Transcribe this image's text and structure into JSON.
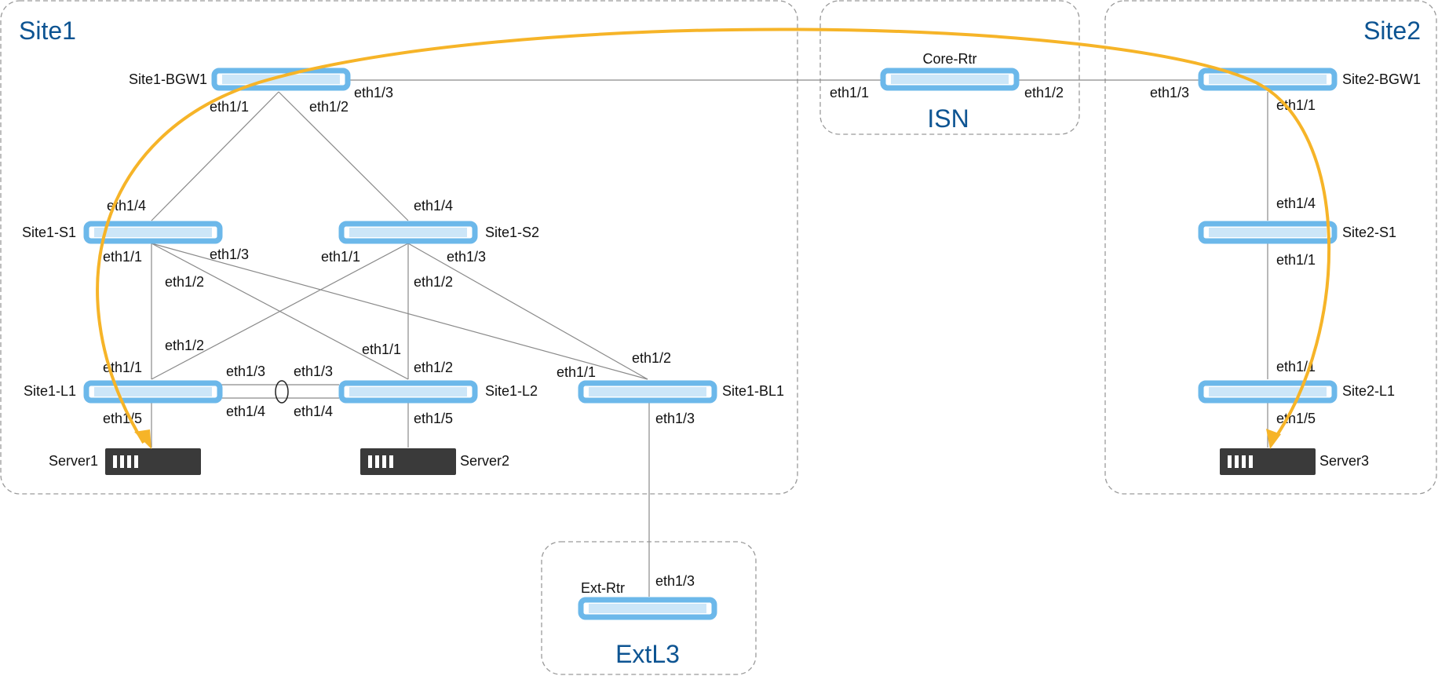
{
  "zones": {
    "site1": "Site1",
    "isn": "ISN",
    "site2": "Site2",
    "extl3": "ExtL3"
  },
  "devices": {
    "site1_bgw1": "Site1-BGW1",
    "core_rtr": "Core-Rtr",
    "site2_bgw1": "Site2-BGW1",
    "site1_s1": "Site1-S1",
    "site1_s2": "Site1-S2",
    "site2_s1": "Site2-S1",
    "site1_l1": "Site1-L1",
    "site1_l2": "Site1-L2",
    "site1_bl1": "Site1-BL1",
    "site2_l1": "Site2-L1",
    "server1": "Server1",
    "server2": "Server2",
    "server3": "Server3",
    "ext_rtr": "Ext-Rtr"
  },
  "ports": {
    "bgw1_eth1_1": "eth1/1",
    "bgw1_eth1_2": "eth1/2",
    "bgw1_eth1_3": "eth1/3",
    "core_eth1_1": "eth1/1",
    "core_eth1_2": "eth1/2",
    "bgw2_eth1_3": "eth1/3",
    "bgw2_eth1_1": "eth1/1",
    "s1_eth1_4": "eth1/4",
    "s1_eth1_1": "eth1/1",
    "s1_eth1_2": "eth1/2",
    "s1_eth1_3": "eth1/3",
    "s2_eth1_4": "eth1/4",
    "s2_eth1_1": "eth1/1",
    "s2_eth1_2": "eth1/2",
    "s2_eth1_3": "eth1/3",
    "site2_s1_eth1_4": "eth1/4",
    "site2_s1_eth1_1": "eth1/1",
    "l1_eth1_2": "eth1/2",
    "l1_eth1_1": "eth1/1",
    "l1_eth1_3": "eth1/3",
    "l1_eth1_4": "eth1/4",
    "l1_eth1_5": "eth1/5",
    "l2_eth1_1": "eth1/1",
    "l2_eth1_2": "eth1/2",
    "l2_eth1_3": "eth1/3",
    "l2_eth1_4": "eth1/4",
    "l2_eth1_5": "eth1/5",
    "bl1_eth1_1": "eth1/1",
    "bl1_eth1_2": "eth1/2",
    "bl1_eth1_3": "eth1/3",
    "site2_l1_eth1_1": "eth1/1",
    "site2_l1_eth1_5": "eth1/5",
    "ext_eth1_3": "eth1/3"
  },
  "colors": {
    "switch": "#6cb8ea",
    "server": "#3a3a3a",
    "flow": "#f6b428",
    "zone_title": "#0d5492",
    "zone_border": "#9a9a9a",
    "link": "#8a8a8a"
  }
}
